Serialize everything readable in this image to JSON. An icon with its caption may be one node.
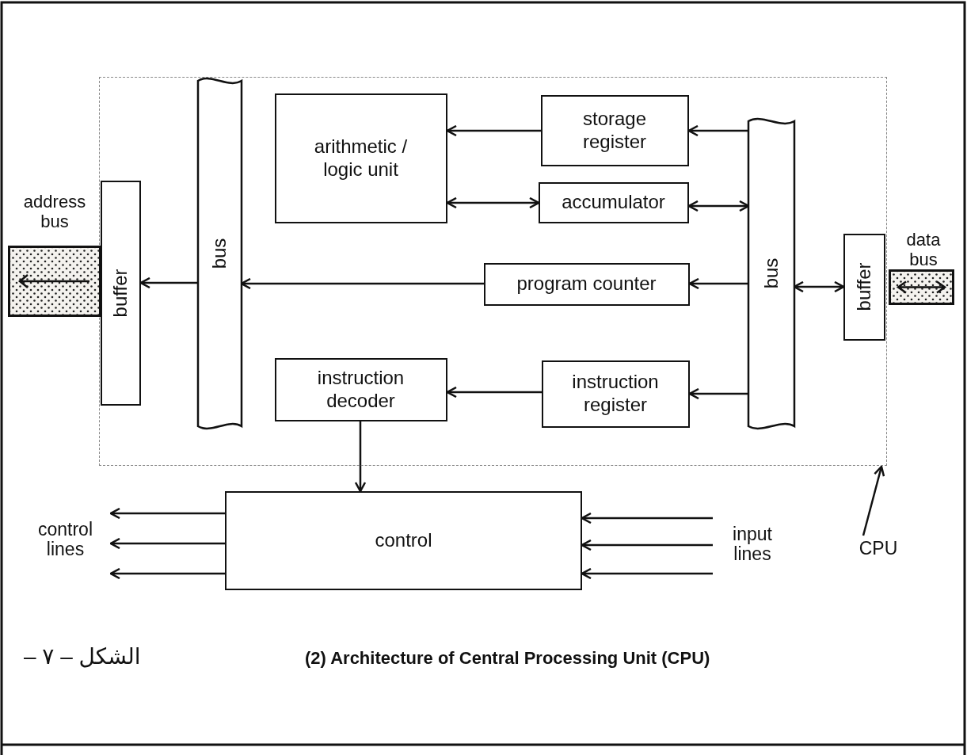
{
  "diagram": {
    "caption": "(2) Architecture of Central Processing Unit (CPU)",
    "nodes": [
      {
        "text": [],
        "shape": "box"
      },
      {
        "text": [
          "bus"
        ],
        "in": 0
      },
      {
        "text": [
          "arithmetic / logic unit"
        ],
        "in": 0
      },
      {
        "text": [
          "storage register"
        ],
        "in": 0
      },
      {
        "text": [
          "accumulator"
        ],
        "in": 0
      },
      {
        "text": [
          "program counter"
        ],
        "in": 0
      },
      {
        "text": [
          "instruction decoder"
        ],
        "in": 0
      },
      {
        "text": [
          "instruction register"
        ],
        "in": 0
      },
      {
        "text": [
          "bus"
        ],
        "in": 0
      },
      {
        "text": [
          "buffer"
        ],
        "in": 0
      },
      {
        "text": [
          "buffer"
        ],
        "in": 0
      },
      {
        "text": [
          "address bus"
        ]
      },
      {
        "text": [
          "data bus"
        ]
      },
      {
        "text": [
          "control"
        ]
      },
      {
        "text": [
          "control lines"
        ]
      },
      {
        "text": [
          "input lines"
        ]
      },
      {
        "text": [
          "CPU"
        ]
      }
    ],
    "edges": [
      {
        "from": 3,
        "to": 2,
        "arrow": "to"
      },
      {
        "from": 2,
        "to": 4,
        "arrow": "both"
      },
      {
        "from": 8,
        "to": 3,
        "arrow": "to"
      },
      {
        "from": 4,
        "to": 8,
        "arrow": "both"
      },
      {
        "from": 8,
        "to": 5,
        "arrow": "to"
      },
      {
        "from": 5,
        "to": 1,
        "arrow": "to"
      },
      {
        "from": 1,
        "to": 9,
        "arrow": "to"
      },
      {
        "from": 8,
        "to": 10,
        "arrow": "both"
      },
      {
        "from": 8,
        "to": 7,
        "arrow": "to"
      },
      {
        "from": 7,
        "to": 6,
        "arrow": "to"
      },
      {
        "from": 6,
        "to": 13,
        "arrow": "to"
      },
      {
        "from": 13,
        "to": 14,
        "arrow": "to"
      },
      {
        "from": 13,
        "to": 14,
        "arrow": "to"
      },
      {
        "from": 13,
        "to": 14,
        "arrow": "to"
      },
      {
        "from": 15,
        "to": 13,
        "arrow": "to"
      },
      {
        "from": 15,
        "to": 13,
        "arrow": "to"
      },
      {
        "from": 15,
        "to": 13,
        "arrow": "to"
      },
      {
        "from": 16,
        "to": 0,
        "arrow": "to"
      }
    ],
    "labels": [
      "الشكل – ٧ –"
    ]
  }
}
